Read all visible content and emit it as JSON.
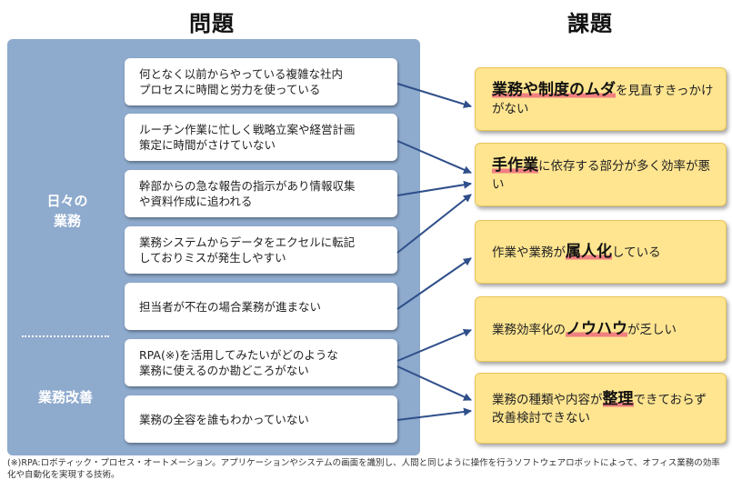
{
  "headers": {
    "problems": "問題",
    "issues": "課題"
  },
  "side_labels": {
    "daily_1": "日々の",
    "daily_2": "業務",
    "improvement": "業務改善"
  },
  "problems": [
    {
      "line1": "何となく以前からやっている複雑な社内",
      "line2": "プロセスに時間と労力を使っている"
    },
    {
      "line1": "ルーチン作業に忙しく戦略立案や経営計画",
      "line2": "策定に時間がさけていない"
    },
    {
      "line1": "幹部からの急な報告の指示があり情報収集",
      "line2": "や資料作成に追われる"
    },
    {
      "line1": "業務システムからデータをエクセルに転記",
      "line2": "しておりミスが発生しやすい"
    },
    {
      "line1": "担当者が不在の場合業務が進まない",
      "line2": ""
    },
    {
      "line1": "RPA(※)を活用してみたいがどのような",
      "line2": "業務に使えるのか勘どころがない"
    },
    {
      "line1": "業務の全容を誰もわかっていない",
      "line2": ""
    }
  ],
  "issues": [
    {
      "pre": "",
      "keyword": "業務や制度のムダ",
      "post": "を見直すきっかけがない"
    },
    {
      "pre": "",
      "keyword": "手作業",
      "post": "に依存する部分が多く効率が悪い"
    },
    {
      "pre": "作業や業務が",
      "keyword": "属人化",
      "post": "している"
    },
    {
      "pre": "業務効率化の",
      "keyword": "ノウハウ",
      "post": "が乏しい"
    },
    {
      "pre": "業務の種類や内容が",
      "keyword": "整理",
      "post": "できておらず改善検討できない"
    }
  ],
  "footnote": "(※)RPA:ロボティック・プロセス・オートメーション。アプリケーションやシステムの画面を識別し、人間と同じように操作を行うソフトウェアロボットによって、オフィス業務の効率化や自動化を実現する技術。",
  "colors": {
    "panel": "#8eaacd",
    "issue_fill": "#ffe590",
    "highlight": "#f08080",
    "arrow": "#2f4f8a"
  }
}
